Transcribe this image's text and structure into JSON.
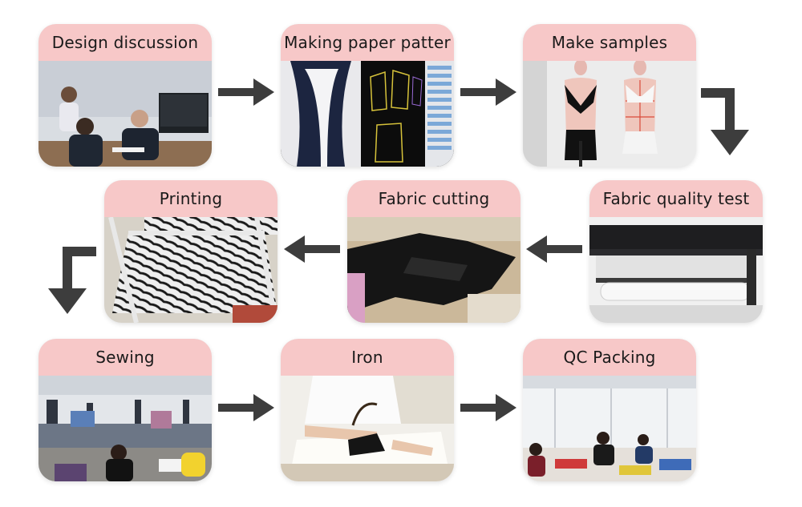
{
  "steps": [
    {
      "title": "Design discussion"
    },
    {
      "title": "Making paper patter"
    },
    {
      "title": "Make samples"
    },
    {
      "title": "Fabric quality test"
    },
    {
      "title": "Fabric cutting"
    },
    {
      "title": "Printing"
    },
    {
      "title": "Sewing"
    },
    {
      "title": "Iron"
    },
    {
      "title": "QC Packing"
    }
  ],
  "colors": {
    "title_bg": "#f7c8c8",
    "arrow": "#3d3d3d"
  },
  "icons": {
    "arrow_right": "arrow-right-icon",
    "arrow_left": "arrow-left-icon",
    "arrow_down": "arrow-elbow-down-icon"
  }
}
